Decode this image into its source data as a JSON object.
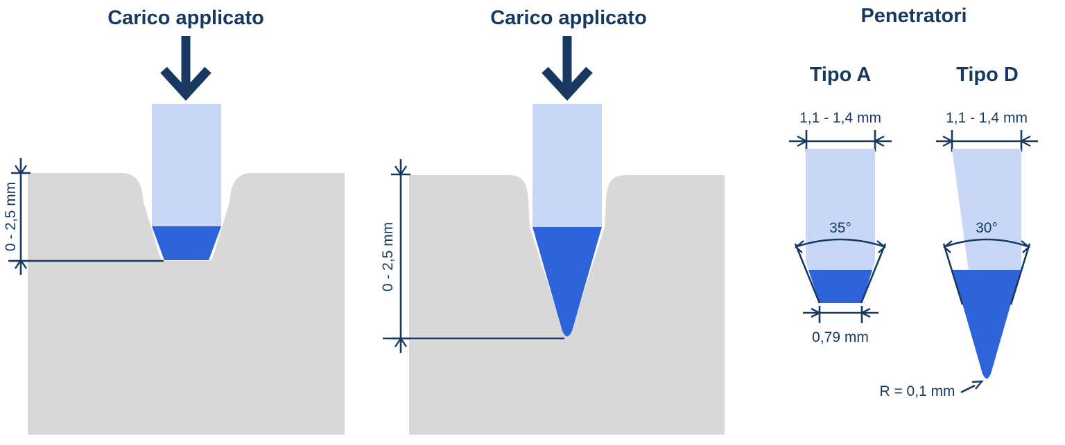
{
  "colors": {
    "navy": "#17395f",
    "light_blue": "#c9d7f6",
    "dark_blue": "#2e63d9",
    "gray": "#d8d8d8",
    "background": "#ffffff"
  },
  "icons": {
    "load_arrow": "thick-down-arrow",
    "radius_pointer": "up-right-arrow"
  },
  "left_diagram": {
    "title": "Carico applicato",
    "depth_label": "0 - 2,5 mm"
  },
  "middle_diagram": {
    "title": "Carico applicato",
    "depth_label": "0 - 2,5 mm"
  },
  "indenters_panel": {
    "title": "Penetratori",
    "tipo_a": {
      "title": "Tipo A",
      "width_label": "1,1 - 1,4 mm",
      "angle_label": "35°",
      "tip_width_label": "0,79 mm"
    },
    "tipo_d": {
      "title": "Tipo D",
      "width_label": "1,1 - 1,4 mm",
      "angle_label": "30°",
      "tip_radius_label": "R = 0,1 mm"
    }
  }
}
